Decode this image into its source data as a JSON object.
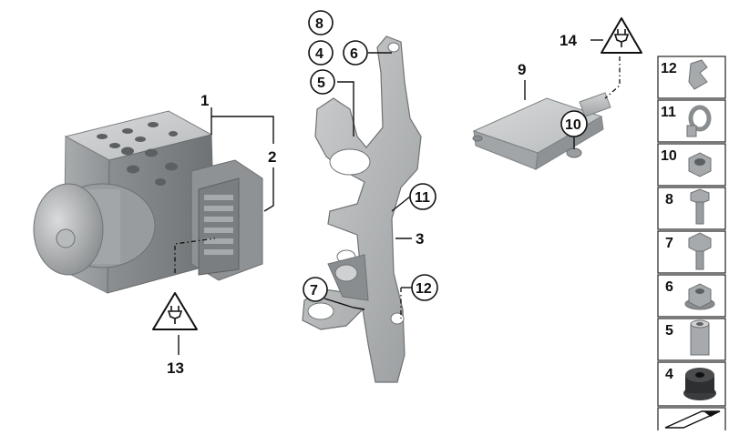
{
  "callouts": {
    "c1": "1",
    "c2": "2",
    "c3": "3",
    "c9": "9",
    "c13": "13",
    "c14": "14"
  },
  "circled": {
    "r8": "8",
    "r4": "4",
    "r6": "6",
    "r5": "5",
    "r11": "11",
    "r7": "7",
    "r12": "12",
    "r10": "10"
  },
  "sidebar": {
    "items": [
      "12",
      "11",
      "10",
      "8",
      "7",
      "6",
      "5",
      "4"
    ]
  }
}
